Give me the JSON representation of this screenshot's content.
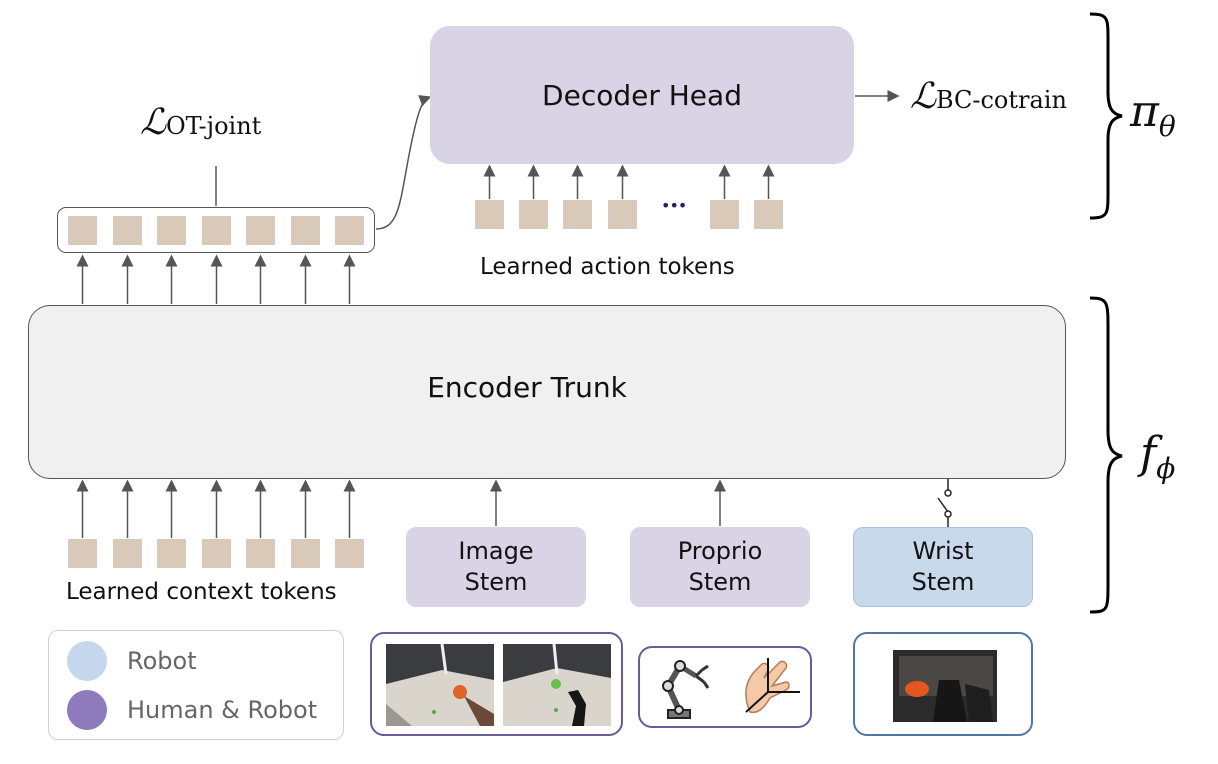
{
  "blocks": {
    "decoder_head": "Decoder Head",
    "encoder_trunk": "Encoder Trunk",
    "image_stem": "Image\nStem",
    "proprio_stem": "Proprio\nStem",
    "wrist_stem": "Wrist\nStem"
  },
  "labels": {
    "learned_action_tokens": "Learned action tokens",
    "learned_context_tokens": "Learned context tokens",
    "ellipsis": "•••"
  },
  "math": {
    "loss_ot_symbol": "ℒ",
    "loss_ot_subscript": "OT-joint",
    "loss_bc_symbol": "ℒ",
    "loss_bc_subscript": "BC-cotrain",
    "policy_symbol": "π",
    "policy_subscript": "θ",
    "encoder_symbol": "f",
    "encoder_subscript": "ϕ"
  },
  "legend": {
    "items": [
      {
        "label": "Robot",
        "color": "#c6d6ec"
      },
      {
        "label": "Human & Robot",
        "color": "#8d7bbd"
      }
    ]
  },
  "colors": {
    "token": "#d8c9b8",
    "purple_block": "#d9d3e6",
    "blue_block": "#c9d9ec",
    "frame_purple": "#6a5a9a",
    "frame_blue": "#4f78a8"
  },
  "icons": [
    "robot-arm-icon",
    "hand-axes-icon"
  ]
}
